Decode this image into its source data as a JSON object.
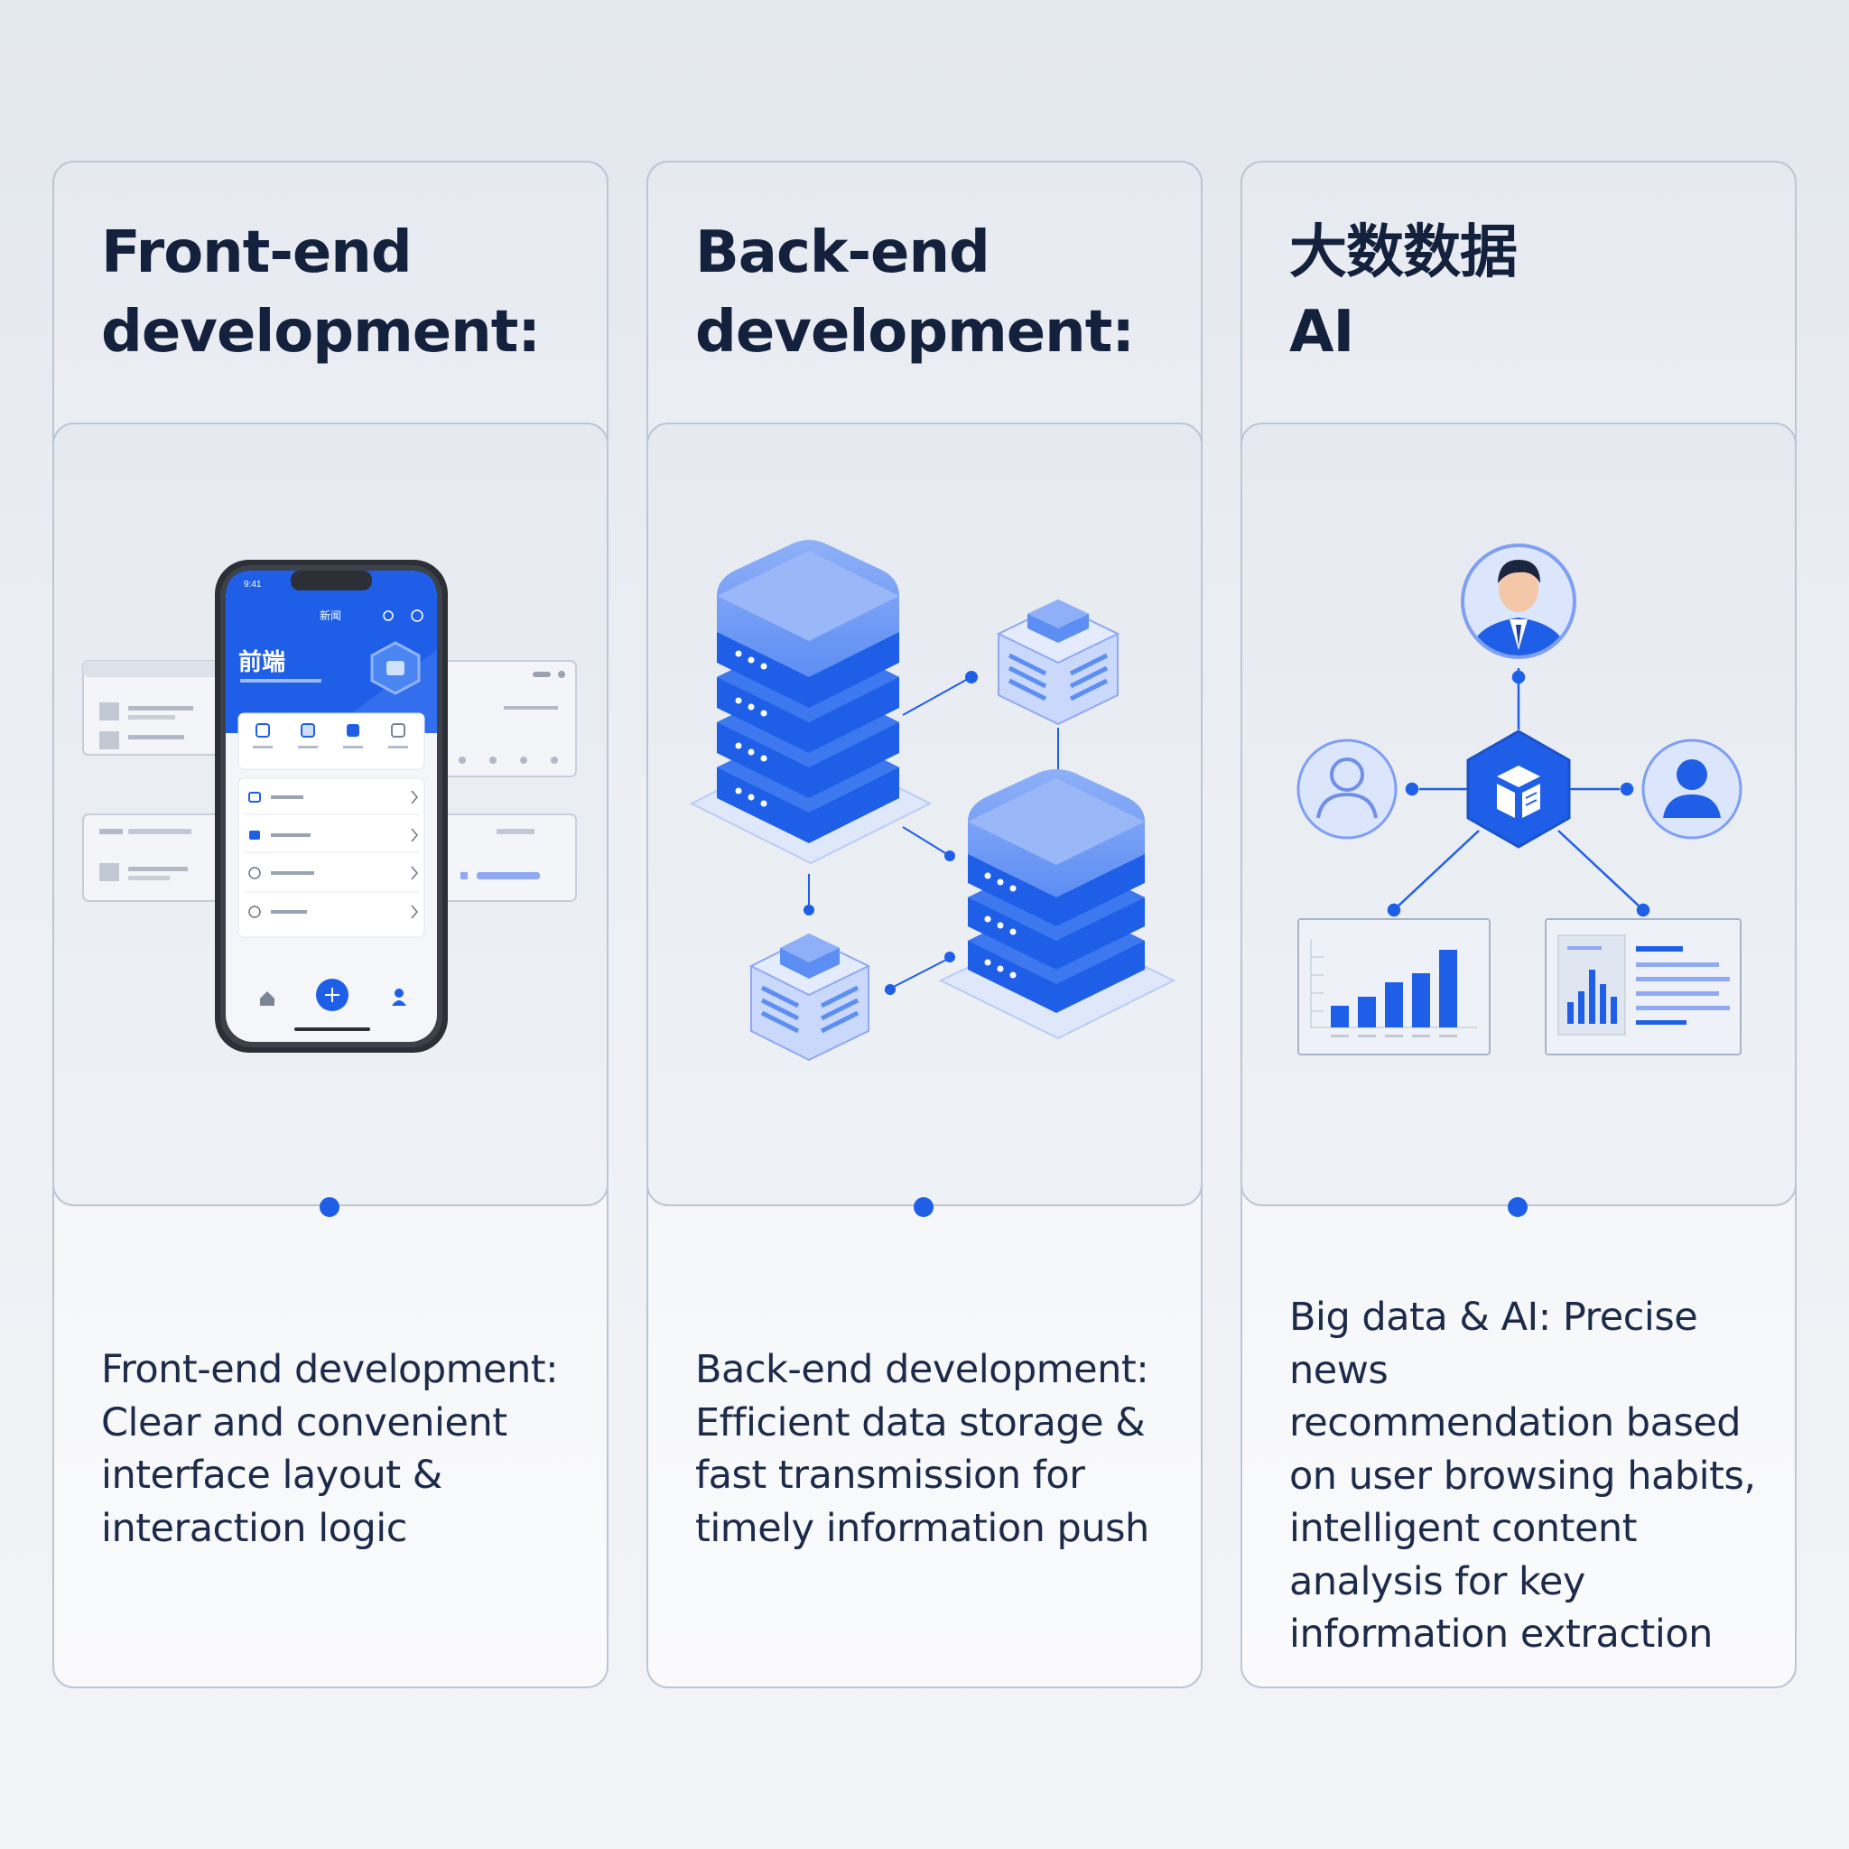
{
  "cards": [
    {
      "title": "Front-end\ndevelopment:",
      "description": "Front-end development:\nClear and convenient\ninterface layout &\ninteraction logic",
      "illustration": "smartphone-app-icon",
      "phone": {
        "status_time": "9:41",
        "header_title": "新闻",
        "banner_title": "前端"
      }
    },
    {
      "title": "Back-end\ndevelopment:",
      "description": "Back-end development:\nEfficient data storage &\nfast transmission for\ntimely information push",
      "illustration": "server-network-icon"
    },
    {
      "title": "大数数据\nAI",
      "description": "Big data & AI: Precise news\nrecommendation based\non user browsing habits,\nintelligent content\nanalysis for key\ninformation extraction",
      "illustration": "ai-user-network-icon"
    }
  ],
  "colors": {
    "accent": "#1f5fe8",
    "accent_light": "#8fa9f4",
    "title": "#14213d",
    "text": "#1d2b4a",
    "border": "#bdc6d6"
  }
}
